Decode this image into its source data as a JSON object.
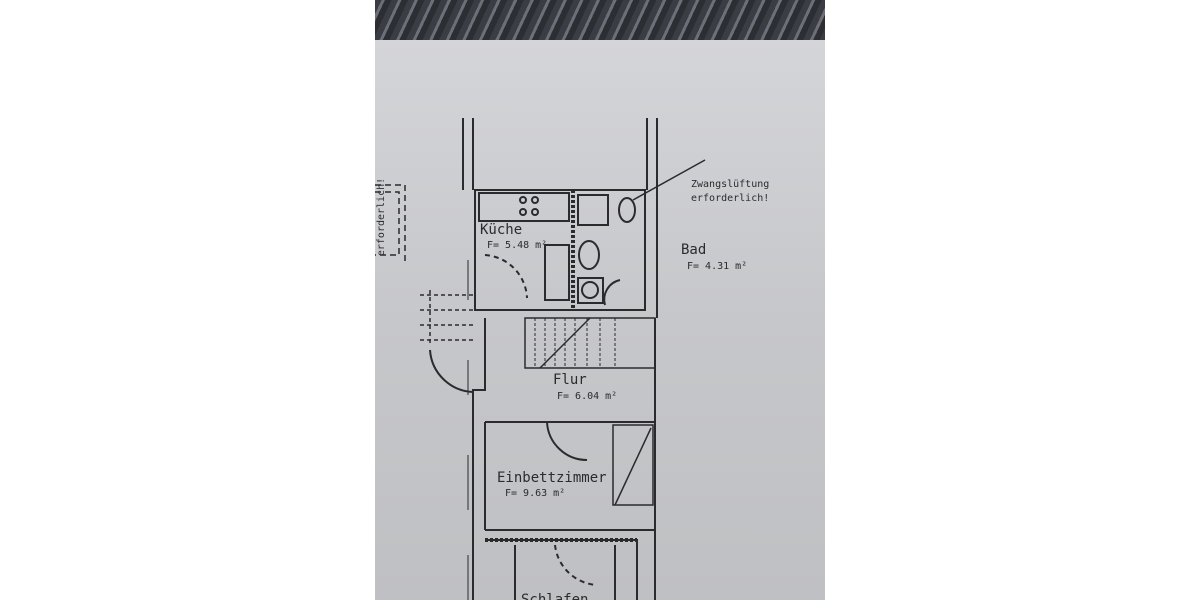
{
  "plan": {
    "note": {
      "line1": "Zwangslüftung",
      "line2": "erforderlich!"
    },
    "side_note": "erforderlich!",
    "rooms": [
      {
        "name": "Küche",
        "area": "F= 5.48 m²"
      },
      {
        "name": "Bad",
        "area": "F= 4.31 m²"
      },
      {
        "name": "Flur",
        "area": "F= 6.04 m²"
      },
      {
        "name": "Einbettzimmer",
        "area": "F= 9.63 m²"
      },
      {
        "name": "Schlafen",
        "area": ""
      }
    ]
  },
  "colors": {
    "paper": "#c9cacd",
    "ink": "#2b2b2e",
    "background": "#ffffff"
  }
}
